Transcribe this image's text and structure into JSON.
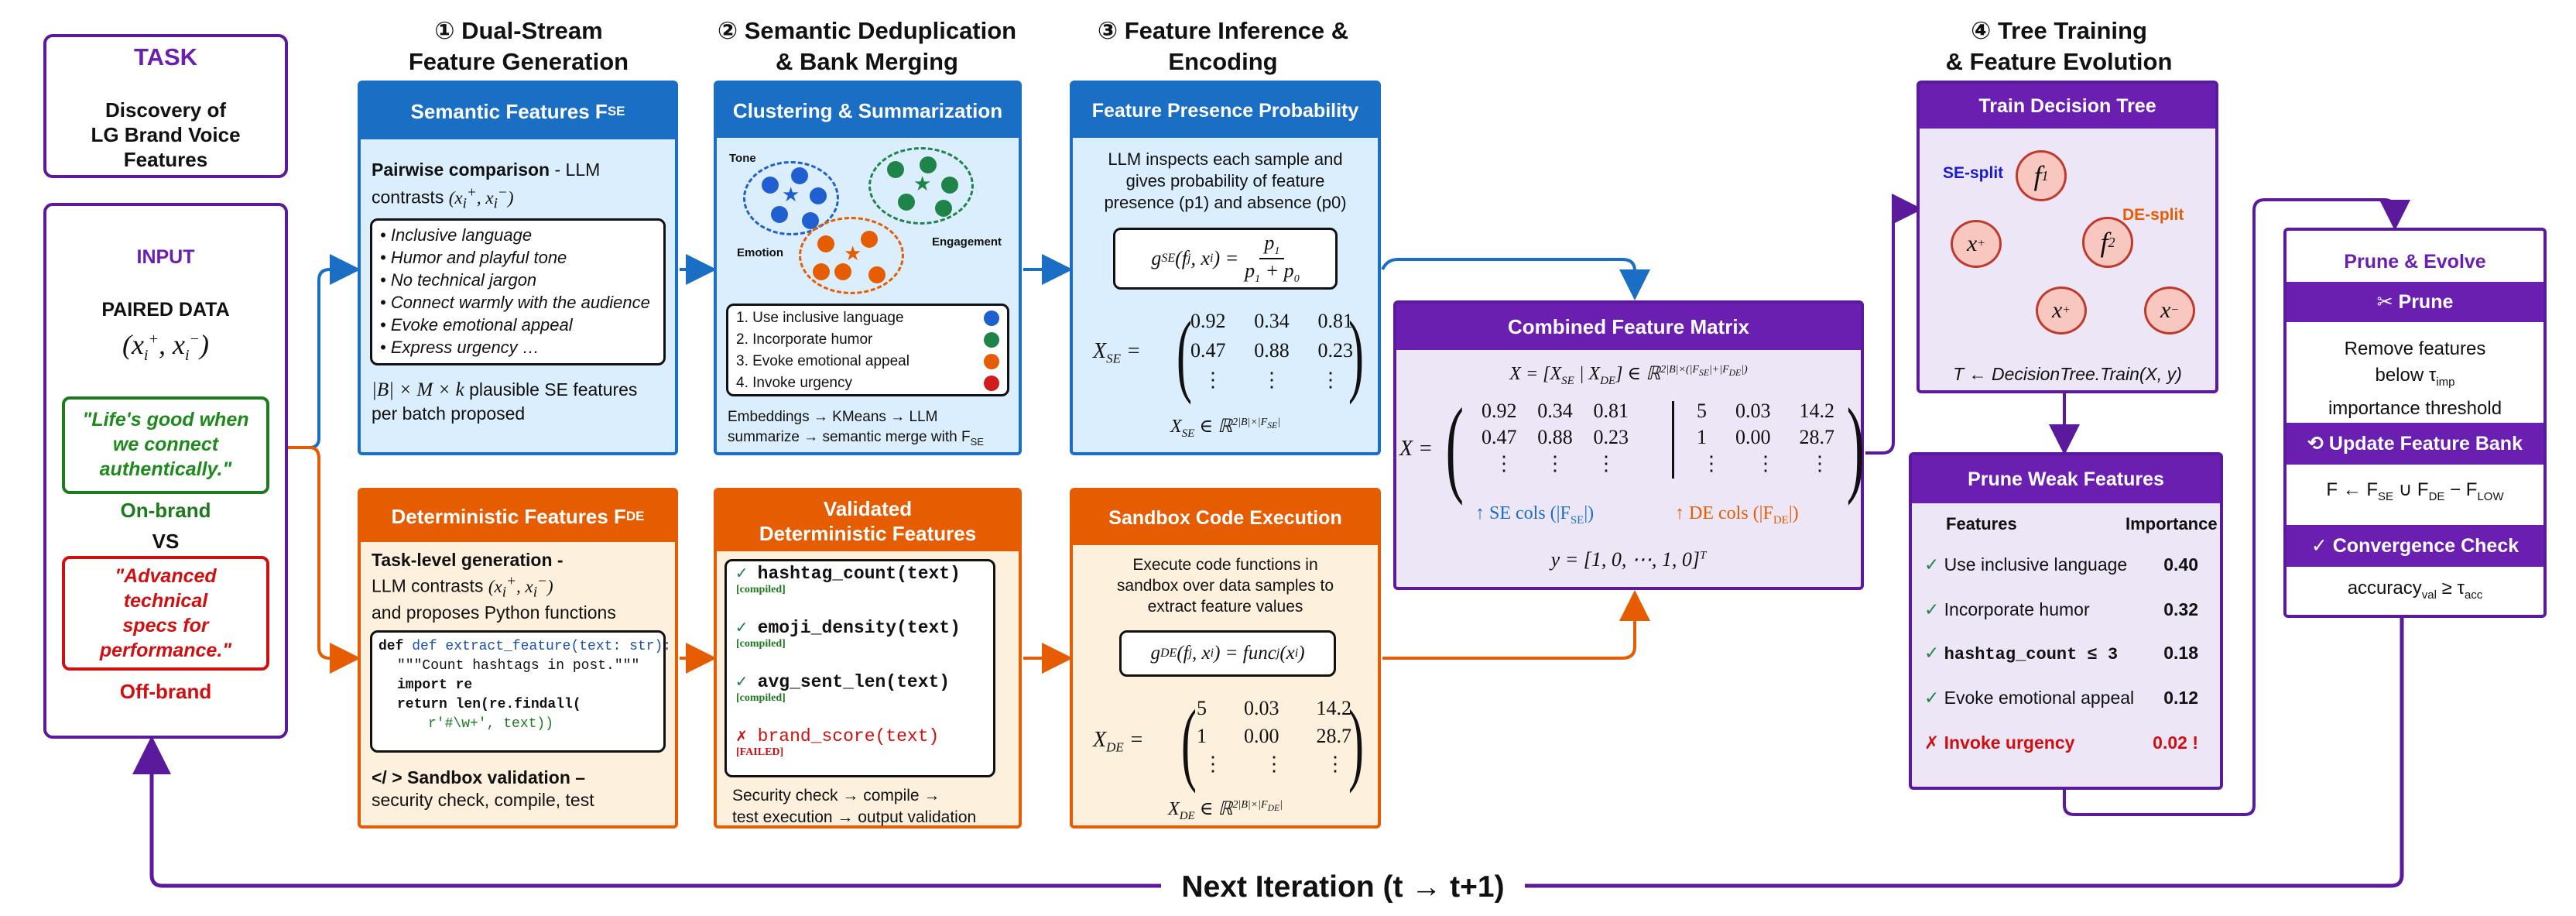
{
  "task": {
    "title": "TASK",
    "body": [
      "Discovery of",
      "LG Brand Voice",
      "Features"
    ]
  },
  "input": {
    "title": "INPUT",
    "paired": "PAIRED DATA",
    "pair_math": "(x",
    "on_quote": [
      "\"Life's good when",
      "we connect",
      "authentically.\""
    ],
    "on_label": "On-brand",
    "vs": "VS",
    "off_quote": [
      "\"Advanced",
      "technical",
      "specs for",
      "performance.\""
    ],
    "off_label": "Off-brand"
  },
  "stages": {
    "s1": [
      "① Dual-Stream",
      "Feature Generation"
    ],
    "s2": [
      "② Semantic Deduplication",
      "& Bank Merging"
    ],
    "s3": [
      "③ Feature Inference &",
      "Encoding"
    ],
    "s4": [
      "④ Tree Training",
      "& Feature Evolution"
    ]
  },
  "se": {
    "header": "Semantic Features F",
    "header_sub": "SE",
    "lead_bold": "Pairwise comparison",
    "lead_rest": " - LLM",
    "lead2": "contrasts",
    "items": [
      "Inclusive language",
      "Humor and playful tone",
      "No technical jargon",
      "Connect warmly with the audience",
      "Evoke emotional appeal",
      "Express urgency …"
    ],
    "foot1": "plausible SE features",
    "foot2": "per batch proposed"
  },
  "de": {
    "header": "Deterministic Features F",
    "header_sub": "DE",
    "lead_bold": "Task-level generation -",
    "lead2": "LLM contrasts",
    "lead3": "and proposes Python functions",
    "code": [
      "def extract_feature(text: str):",
      "\"\"\"Count hashtags in post.\"\"\"",
      "import re",
      "return len(re.findall(",
      "r'#\\w+', text))"
    ],
    "sandbox_bold": "</ > Sandbox validation –",
    "sandbox_rest": "security check, compile, test"
  },
  "cluster": {
    "header": "Clustering & Summarization",
    "tone": "Tone",
    "emotion": "Emotion",
    "engagement": "Engagement",
    "items": [
      "1. Use inclusive language",
      "2. Incorporate humor",
      "3. Evoke emotional appeal",
      "4. Invoke urgency"
    ],
    "colors": [
      "#1f5fd0",
      "#1e8449",
      "#e65c00",
      "#d01c1c"
    ],
    "foot1": "Embeddings → KMeans → LLM",
    "foot2": "summarize → semantic merge with F",
    "foot_sub": "SE"
  },
  "validated": {
    "header": [
      "Validated",
      "Deterministic Features"
    ],
    "items": [
      {
        "name": "hashtag_count(text)",
        "tag": "[compiled]"
      },
      {
        "name": "emoji_density(text)",
        "tag": "[compiled]"
      },
      {
        "name": "avg_sent_len(text)",
        "tag": "[compiled]"
      },
      {
        "name": "brand_score(text)",
        "tag": "[FAILED]"
      }
    ],
    "foot1": "Security check → compile →",
    "foot2": "test execution → output validation"
  },
  "presence": {
    "header": "Feature Presence Probability",
    "desc": [
      "LLM inspects each sample and",
      "gives probability of feature",
      "presence (p",
      ") and absence (p",
      ")"
    ],
    "matrix": [
      [
        "0.92",
        "0.34",
        "0.81"
      ],
      [
        "0.47",
        "0.88",
        "0.23"
      ],
      [
        "⋮",
        "⋮",
        "⋮"
      ]
    ]
  },
  "sandbox": {
    "header": "Sandbox Code Execution",
    "desc": [
      "Execute code functions in",
      "sandbox over data samples to",
      "extract feature values"
    ],
    "matrix": [
      [
        "5",
        "0.03",
        "14.2"
      ],
      [
        "1",
        "0.00",
        "28.7"
      ],
      [
        "⋮",
        "⋮",
        "⋮"
      ]
    ]
  },
  "combined": {
    "header": "Combined Feature Matrix",
    "left": [
      [
        "0.92",
        "0.34",
        "0.81"
      ],
      [
        "0.47",
        "0.88",
        "0.23"
      ],
      [
        "⋮",
        "⋮",
        "⋮"
      ]
    ],
    "right": [
      [
        "5",
        "0.03",
        "14.2"
      ],
      [
        "1",
        "0.00",
        "28.7"
      ],
      [
        "⋮",
        "⋮",
        "⋮"
      ]
    ],
    "se_cols": "↑ SE cols",
    "de_cols": "↑ DE cols"
  },
  "tree": {
    "header": "Train Decision Tree",
    "se_split": "SE-split",
    "de_split": "DE-split",
    "formula": "T ← DecisionTree.Train(X, y)"
  },
  "prune_weak": {
    "header": "Prune Weak Features",
    "col_features": "Features",
    "col_importance": "Importance",
    "rows": [
      {
        "mark": "✓",
        "name": "Use inclusive language",
        "value": "0.40"
      },
      {
        "mark": "✓",
        "name": "Incorporate humor",
        "value": "0.32"
      },
      {
        "mark": "✓",
        "name": "hashtag_count ≤ 3",
        "value": "0.18"
      },
      {
        "mark": "✓",
        "name": "Evoke emotional appeal",
        "value": "0.12"
      },
      {
        "mark": "✗",
        "name": "Invoke urgency",
        "value": "0.02 !"
      }
    ]
  },
  "evolve": {
    "title": "Prune & Evolve",
    "prune_hdr": "✂ Prune",
    "prune_text": [
      "Remove features",
      "below τ",
      "importance threshold"
    ],
    "prune_sub": "imp",
    "update_hdr": "⟲ Update Feature Bank",
    "update_text": "F ← F",
    "conv_hdr": "✓ Convergence Check",
    "conv_text": "accuracy",
    "conv_sub": "val"
  },
  "loop": {
    "label": "Next Iteration (t → t+1)"
  },
  "colors": {
    "blue": "#1a6fc4",
    "orange": "#e65c00",
    "purple": "#5b1a9c",
    "green": "#1e7a1e",
    "red": "#d01010"
  }
}
